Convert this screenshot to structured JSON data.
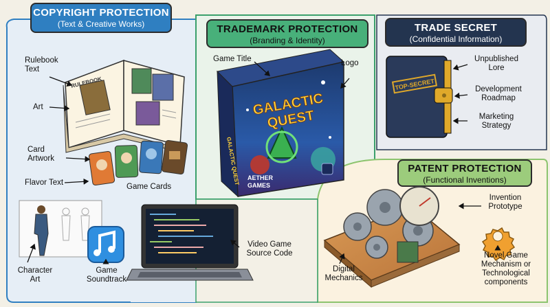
{
  "copyright": {
    "title": "COPYRIGHT PROTECTION",
    "subtitle": "(Text & Creative Works)",
    "labels": {
      "rulebook_text": "Rulebook Text",
      "art": "Art",
      "card_artwork": "Card Artwork",
      "flavor_text": "Flavor Text",
      "game_cards": "Game Cards",
      "character_art": "Character Art",
      "game_soundtrack": "Game Soundtrack",
      "video_game_source_code": "Video Game Source Code"
    },
    "book_header": "RULEBOOK"
  },
  "trademark": {
    "title": "TRADEMARK PROTECTION",
    "subtitle": "(Branding & Identity)",
    "labels": {
      "game_title": "Game Title",
      "logo": "Logo"
    },
    "box_title_line1": "GALACTIC",
    "box_title_line2": "QUEST",
    "box_side_text": "GALACTIC QUEST",
    "publisher_line1": "AETHER",
    "publisher_line2": "GAMES"
  },
  "trade_secret": {
    "title": "TRADE SECRET",
    "subtitle": "(Confidential Information)",
    "labels": {
      "unpublished_lore": "Unpublished Lore",
      "development_roadmap": "Development Roadmap",
      "marketing_strategy": "Marketing Strategy"
    },
    "stamp": "TOP-SECRET"
  },
  "patent": {
    "title": "PATENT PROTECTION",
    "subtitle": "(Functional Inventions)",
    "labels": {
      "invention_prototype": "Invention Prototype",
      "novel_mechanism": "Novel Game Mechanism or Technological components",
      "digital_mechanics": "Digital Mechanics"
    }
  },
  "colors": {
    "copyright": "#2f7fc1",
    "trademark": "#3aa06b",
    "trade_secret": "#23344f",
    "patent": "#8cc46e",
    "background": "#f3f0e6"
  }
}
